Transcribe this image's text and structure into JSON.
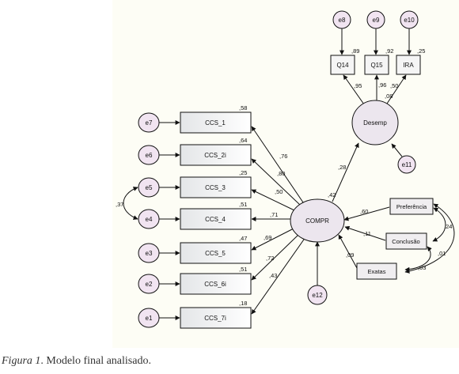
{
  "diagram": {
    "nodes": {
      "e8": "e8",
      "e9": "e9",
      "e10": "e10",
      "q14": "Q14",
      "q15": "Q15",
      "ira": "IRA",
      "desemp": "Desemp",
      "e11": "e11",
      "e7": "e7",
      "e6": "e6",
      "e5": "e5",
      "e4": "e4",
      "e3": "e3",
      "e2": "e2",
      "e1": "e1",
      "ccs1": "CCS_1",
      "ccs2i": "CCS_2i",
      "ccs3": "CCS_3",
      "ccs4": "CCS_4",
      "ccs5": "CCS_5",
      "ccs6i": "CCS_6i",
      "ccs7i": "CCS_7i",
      "compr": "COMPR",
      "e12": "e12",
      "preferencia": "Preferência",
      "conclusao": "Conclusão",
      "exatas": "Exatas"
    },
    "r2": {
      "q14": ",89",
      "q15": ",92",
      "ira": ",25",
      "ccs1": ",58",
      "ccs2i": ",64",
      "ccs3": ",25",
      "ccs4": ",51",
      "ccs5": ",47",
      "ccs6i": ",51",
      "ccs7i": ",18",
      "compr": ",42"
    },
    "loadings": {
      "q14": ",95",
      "q15": ",96",
      "ira": ",50",
      "desemp_ira_extra": ",08",
      "ccs1": ",76",
      "ccs2i": ",80",
      "ccs3": ",50",
      "ccs4": ",71",
      "ccs5": ",69",
      "ccs6i": ",72",
      "ccs7i": ",43",
      "compr_desemp": ",28",
      "preferencia": ",60",
      "conclusao": ",11",
      "exatas": ",09"
    },
    "correlations": {
      "e5_e4": ",37",
      "pref_conc": ",24",
      "pref_exatas": ",01",
      "conc_exatas": ",03"
    }
  },
  "caption": {
    "figure_label": "Figura 1",
    "text": ". Modelo final analisado."
  }
}
